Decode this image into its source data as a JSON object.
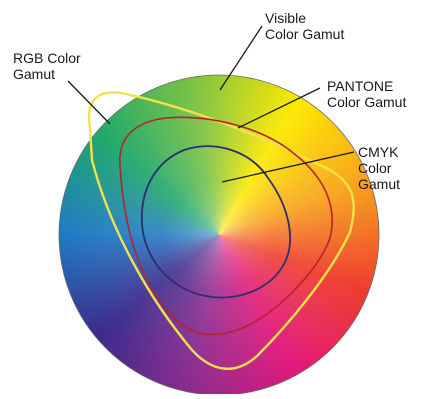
{
  "labels": {
    "rgb": [
      "RGB Color",
      "Gamut"
    ],
    "visible": [
      "Visible",
      "Color Gamut"
    ],
    "pantone": [
      "PANTONE",
      "Color Gamut"
    ],
    "cmyk": [
      "CMYK",
      "Color",
      "Gamut"
    ]
  },
  "colors": {
    "rgb_outline": "#f2e24a",
    "pantone_outline": "#b3242e",
    "cmyk_outline": "#2b2f6e",
    "leader_line": "#1a1a1a",
    "wheel_hues": [
      "#fde900",
      "#f7a21b",
      "#ef3b2d",
      "#e2187a",
      "#8c2a8f",
      "#3b2a8c",
      "#1f7ac4",
      "#1fa86a",
      "#7cc242"
    ]
  }
}
